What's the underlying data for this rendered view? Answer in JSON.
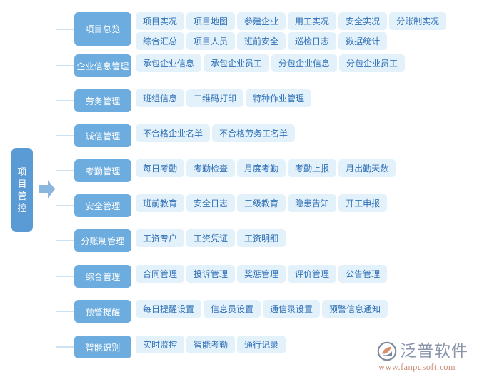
{
  "root": {
    "label": "项目管控",
    "chars": [
      "项",
      "目",
      "管",
      "控"
    ],
    "color": "#5b9bd5"
  },
  "arrow": {
    "name": "flow-arrow",
    "color": "#8ab6e0"
  },
  "theme": {
    "category_bg": "#6cacdf",
    "category_text": "#ffffff",
    "pill_bg": "#e3f1fb",
    "pill_text": "#2f6fb5",
    "connector": "#9ec6e4",
    "background": "#ffffff"
  },
  "rows": [
    {
      "category": "项目总览",
      "lines": [
        [
          "项目实况",
          "项目地图",
          "参建企业",
          "用工实况",
          "安全实况",
          "分账制实况"
        ],
        [
          "综合汇总",
          "项目人员",
          "班前安全",
          "巡检日志",
          "数据统计"
        ]
      ]
    },
    {
      "category": "企业信息管理",
      "lines": [
        [
          "承包企业信息",
          "承包企业员工",
          "分包企业信息",
          "分包企业员工"
        ]
      ]
    },
    {
      "category": "劳务管理",
      "lines": [
        [
          "班组信息",
          "二维码打印",
          "特种作业管理"
        ]
      ]
    },
    {
      "category": "诚信管理",
      "lines": [
        [
          "不合格企业名单",
          "不合格劳务工名单"
        ]
      ]
    },
    {
      "category": "考勤管理",
      "lines": [
        [
          "每日考勤",
          "考勤检查",
          "月度考勤",
          "考勤上报",
          "月出勤天数"
        ]
      ]
    },
    {
      "category": "安全管理",
      "lines": [
        [
          "班前教育",
          "安全日志",
          "三级教育",
          "隐患告知",
          "开工申报"
        ]
      ]
    },
    {
      "category": "分账制管理",
      "lines": [
        [
          "工资专户",
          "工资凭证",
          "工资明细"
        ]
      ]
    },
    {
      "category": "综合管理",
      "lines": [
        [
          "合同管理",
          "投诉管理",
          "奖惩管理",
          "评价管理",
          "公告管理"
        ]
      ]
    },
    {
      "category": "预警提醒",
      "lines": [
        [
          "每日提醒设置",
          "信息员设置",
          "通信录设置",
          "预警信息通知"
        ]
      ]
    },
    {
      "category": "智能识别",
      "lines": [
        [
          "实时监控",
          "智能考勤",
          "通行记录"
        ]
      ]
    }
  ],
  "logo": {
    "name": "泛普软件",
    "url": "www.fanpusoft.com",
    "text_color": "#8b95ab",
    "url_color": "#c98f7a"
  }
}
